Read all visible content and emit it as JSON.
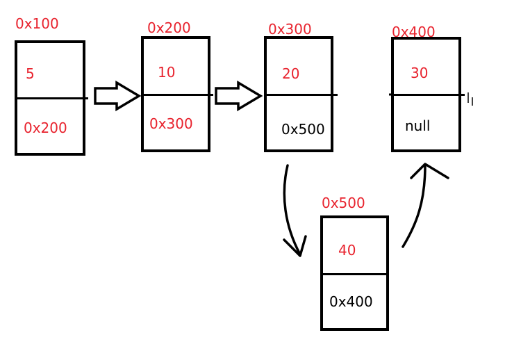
{
  "colors": {
    "address": "#e8232e",
    "ink": "#000000",
    "background": "#ffffff"
  },
  "nodes": [
    {
      "id": "n1",
      "address": "0x100",
      "value": "5",
      "next": "0x200",
      "next_color": "red"
    },
    {
      "id": "n2",
      "address": "0x200",
      "value": "10",
      "next": "0x300",
      "next_color": "red"
    },
    {
      "id": "n3",
      "address": "0x300",
      "value": "20",
      "next": "0x500",
      "next_color": "black"
    },
    {
      "id": "n4",
      "address": "0x400",
      "value": "30",
      "next": "null",
      "next_color": "black"
    },
    {
      "id": "n5",
      "address": "0x500",
      "value": "40",
      "next": "0x400",
      "next_color": "black"
    }
  ],
  "edges": [
    {
      "from": "0x100",
      "to": "0x200",
      "style": "block-arrow"
    },
    {
      "from": "0x200",
      "to": "0x300",
      "style": "block-arrow"
    },
    {
      "from": "0x300",
      "to": "0x500",
      "style": "curved-arrow"
    },
    {
      "from": "0x500",
      "to": "0x400",
      "style": "curved-arrow"
    }
  ]
}
